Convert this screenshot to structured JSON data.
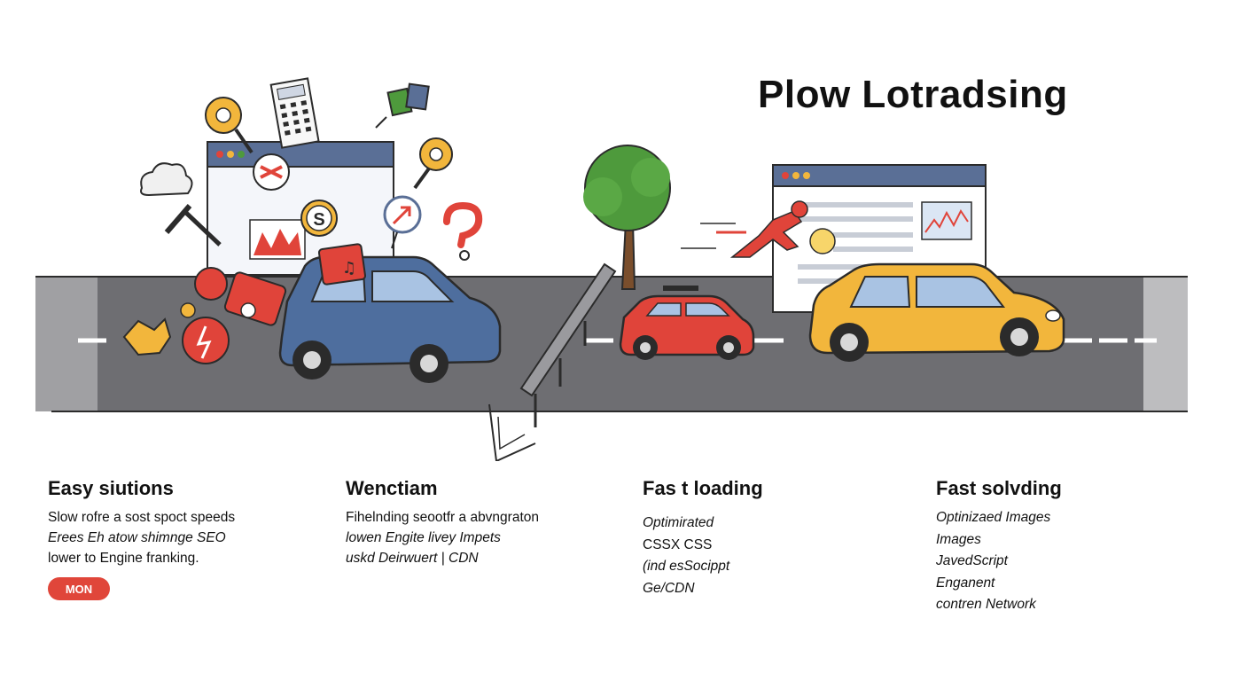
{
  "title": "Plow Lotradsing",
  "columns": [
    {
      "heading": "Easy siutions",
      "lines": [
        "Slow rofre a sost spoct speeds",
        "Erees Eh atow shimnge SEO",
        "lower to Engine franking."
      ],
      "badge": "MON"
    },
    {
      "heading": "Wenctiam",
      "lines": [
        "Fihelnding seootfr a abvngraton",
        "lowen Engite livey Impets",
        "uskd Deirwuert | CDN"
      ]
    },
    {
      "heading": "Fas t loading",
      "lines": [
        "Optimirated",
        "CSSX CSS",
        "(ind esSocippt",
        "Ge/CDN"
      ]
    },
    {
      "heading": "Fast solvding",
      "lines": [
        "Optinizaed Images",
        "Images",
        "JavedScript",
        "Enganent",
        "contren Network"
      ]
    }
  ],
  "illustration": {
    "road_color": "#6e6e72",
    "lane_marking_color": "#ffffff",
    "blue_car_color": "#4e6e9e",
    "red_car_color": "#e0443a",
    "yellow_car_color": "#f2b63c",
    "tree_color": "#4e9a3c",
    "browser_frame_color": "#5a6f96",
    "icons": [
      "gear-icon",
      "cloud-icon",
      "calculator-icon",
      "music-notes-icon",
      "dollar-icon",
      "chart-arrow-icon",
      "question-mark-icon",
      "broken-chart-icon",
      "road-barrier-icon",
      "tree-icon",
      "running-person-icon",
      "checkmark-icon"
    ]
  }
}
